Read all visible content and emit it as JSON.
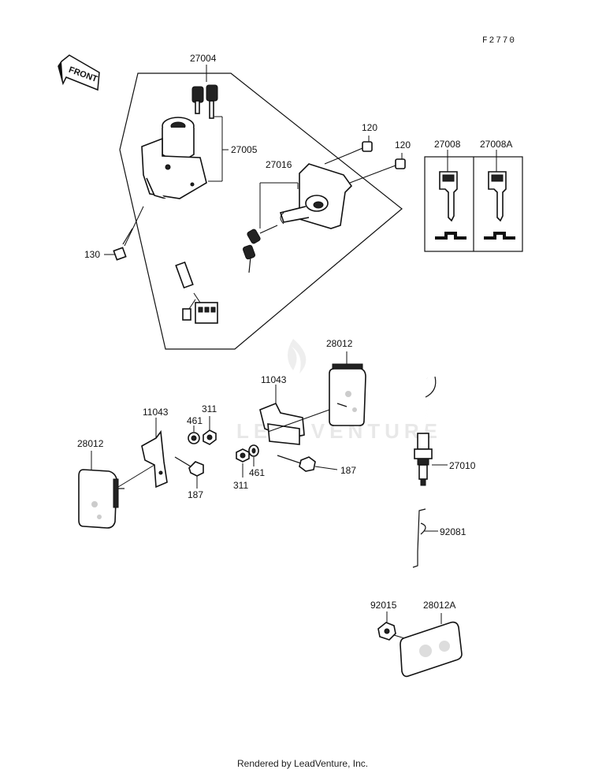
{
  "diagram_code": "F2770",
  "direction_label": "FRONT",
  "watermark": "LEADVENTURE",
  "footer": "Rendered by LeadVenture, Inc.",
  "parts": {
    "p27004": "27004",
    "p27005": "27005",
    "p120a": "120",
    "p120b": "120",
    "p27016": "27016",
    "p27008": "27008",
    "p27008A": "27008A",
    "p130": "130",
    "p28012_top": "28012",
    "p11043_mid": "11043",
    "p11043_left": "11043",
    "p461_left": "461",
    "p311_left": "311",
    "p28012_left": "28012",
    "p187_left": "187",
    "p311_mid": "311",
    "p461_mid": "461",
    "p187_mid": "187",
    "p27010": "27010",
    "p92081": "92081",
    "p92015": "92015",
    "p28012A": "28012A"
  }
}
